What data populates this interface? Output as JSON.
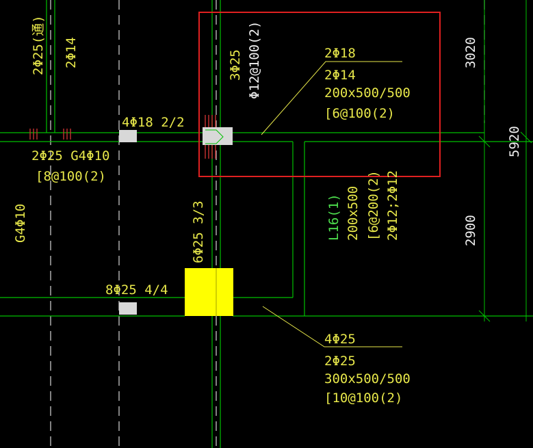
{
  "drawing": {
    "colors": {
      "background": "#000000",
      "beam_line": "#00c800",
      "column_line": "#00a000",
      "annotation": "#e8e84a",
      "dimension": "#ffffff",
      "highlight_box": "#e02020",
      "column_fill": "#ffff00",
      "support_fill": "#d8d8d8",
      "rebar_tick": "#c83232"
    },
    "top_left": {
      "label_a": "2Φ25(通)",
      "label_b": "2Φ14"
    },
    "beam_top_left": {
      "reinf": "4Φ18 2/2",
      "line1": "2Φ25  G4Φ10",
      "line2": "[8@100(2)"
    },
    "left_edge": {
      "line1": "G4Φ10"
    },
    "column_mid": {
      "vertical_bars": "3Φ25",
      "vertical_stirrup": "Φ12@100(2)",
      "reinf_lower": "6Φ25 3/3"
    },
    "beam_upper_right": {
      "top": "2Φ18",
      "line1": "2Φ14",
      "line2": "200x500/500",
      "line3": "[6@100(2)"
    },
    "beam_l16": {
      "name": "L16(1)",
      "size": "200x500",
      "stirrup": "[6@200(2)",
      "bars": "2Φ12;2Φ12"
    },
    "beam_bottom": {
      "reinf_left": "8Φ25 4/4",
      "top": "4Φ25",
      "line1": "2Φ25",
      "line2": "300x500/500",
      "line3": "[10@100(2)"
    },
    "dimensions": {
      "d1": "3020",
      "d2": "5920",
      "d3": "2900"
    }
  }
}
